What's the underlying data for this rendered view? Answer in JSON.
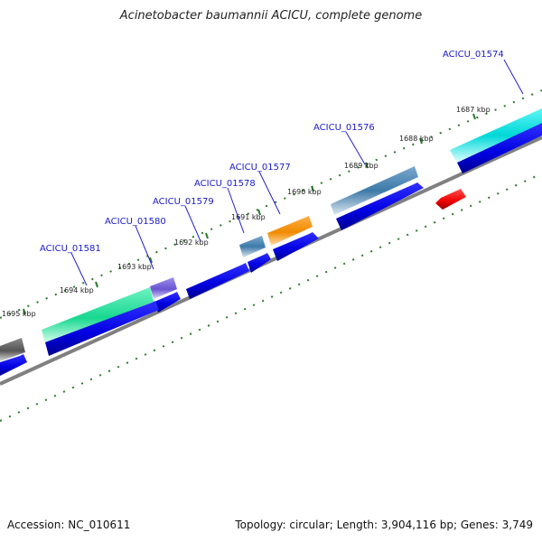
{
  "title": "Acinetobacter baumannii ACICU, complete genome",
  "footer": {
    "accession": "Accession: NC_010611",
    "summary": "Topology: circular; Length: 3,904,116 bp; Genes: 3,749"
  },
  "colors": {
    "backbone": "#808080",
    "ticks": "#2a7a2a",
    "gene_label": "#1a1acc",
    "cds_arrows": "#0000e0"
  },
  "scale_labels": [
    "1687 kbp",
    "1688 kbp",
    "1689 kbp",
    "1690 kbp",
    "1691 kbp",
    "1692 kbp",
    "1693 kbp",
    "1694 kbp",
    "1695 kbp"
  ],
  "gene_labels": [
    "ACICU_01574",
    "ACICU_01576",
    "ACICU_01577",
    "ACICU_01578",
    "ACICU_01579",
    "ACICU_01580",
    "ACICU_01581"
  ]
}
